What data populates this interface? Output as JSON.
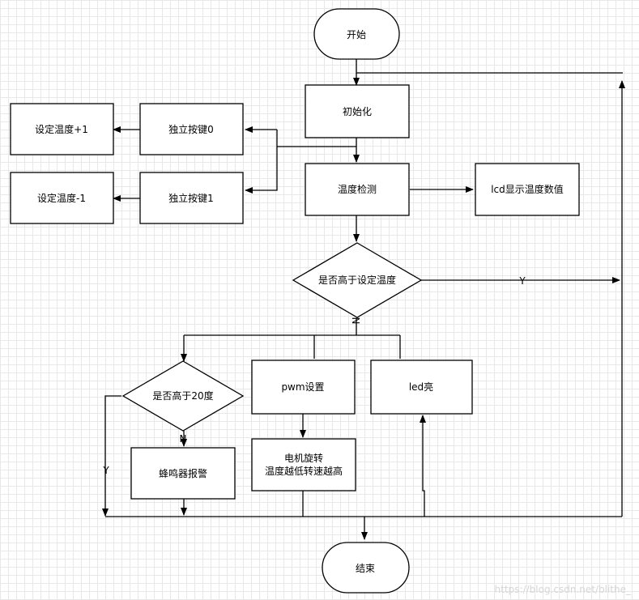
{
  "nodes": {
    "start": "开始",
    "init": "初始化",
    "key0": "独立按键0",
    "key1": "独立按键1",
    "temp_plus": "设定温度+1",
    "temp_minus": "设定温度-1",
    "detect": "温度检测",
    "lcd": "lcd显示温度数值",
    "decision_set": "是否高于设定温度",
    "decision_20": "是否高于20度",
    "pwm": "pwm设置",
    "led": "led亮",
    "buzzer": "蜂鸣器报警",
    "motor_line1": "电机旋转",
    "motor_line2": "温度越低转速越高",
    "end": "结束"
  },
  "labels": {
    "yes_right": "Y",
    "no_main": "N",
    "no_20": "N",
    "yes_left": "Y"
  },
  "watermark": "https://blog.csdn.net/blithe_"
}
